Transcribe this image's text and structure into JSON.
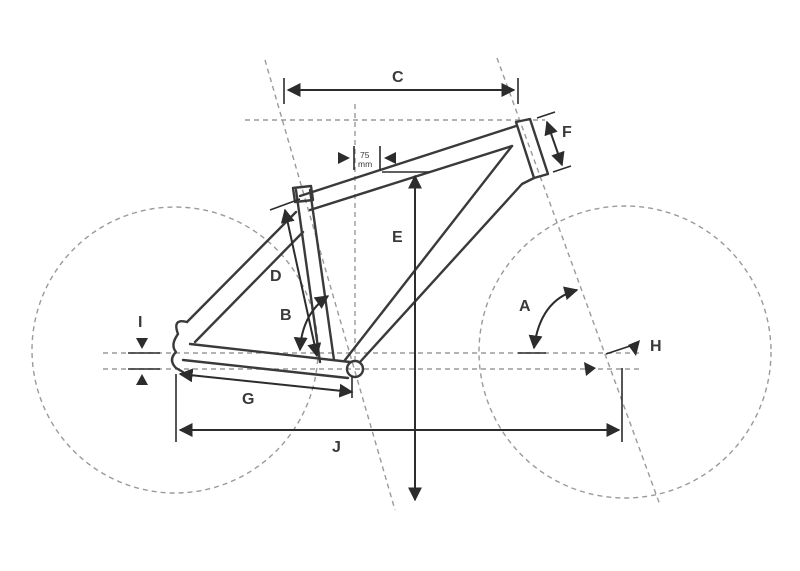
{
  "labels": {
    "a": "A",
    "b": "B",
    "c": "C",
    "d": "D",
    "e": "E",
    "f": "F",
    "g": "G",
    "h": "H",
    "i": "I",
    "j": "J"
  },
  "stack_offset": {
    "value": "75",
    "unit": "mm"
  },
  "colors": {
    "line": "#3a3a3a",
    "guide": "#9a9a9a",
    "background": "#ffffff"
  }
}
